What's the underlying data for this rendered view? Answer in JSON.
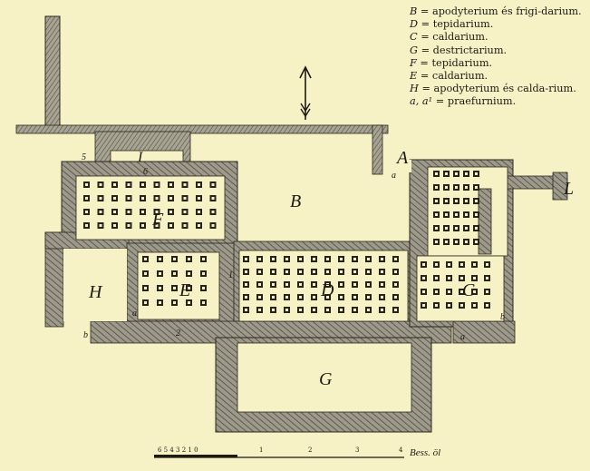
{
  "legend": {
    "items": [
      {
        "key": "B",
        "text": " = apodyterium és frigi-darium."
      },
      {
        "key": "D",
        "text": " = tepidarium."
      },
      {
        "key": "C",
        "text": " = caldarium."
      },
      {
        "key": "G",
        "text": " = destrictarium."
      },
      {
        "key": "F",
        "text": " = tepidarium."
      },
      {
        "key": "E",
        "text": " = caldarium."
      },
      {
        "key": "H",
        "text": " = apodyterium és calda-rium."
      },
      {
        "key": "a, a¹",
        "text": " = praefurnium."
      }
    ]
  },
  "rooms": {
    "B": "B",
    "D": "D",
    "C": "C",
    "G": "G",
    "F": "F",
    "E": "E",
    "H": "H",
    "A": "A",
    "L": "L",
    "I": "I"
  },
  "marks": {
    "a": "a",
    "a1": "a",
    "b": "b",
    "b2": "b",
    "n1": "1",
    "n2": "2",
    "n5": "5",
    "n6": "6"
  },
  "scale": {
    "ticks": "6 5 4 3 2 1 0",
    "label": "Bess. öl",
    "numbers": [
      "1",
      "2",
      "3",
      "4"
    ]
  },
  "colors": {
    "background": "#f7f1c6",
    "ink": "#1d1a12",
    "wall": "#9d998b"
  },
  "icons": {
    "north_arrow": "arrow-up-icon"
  }
}
